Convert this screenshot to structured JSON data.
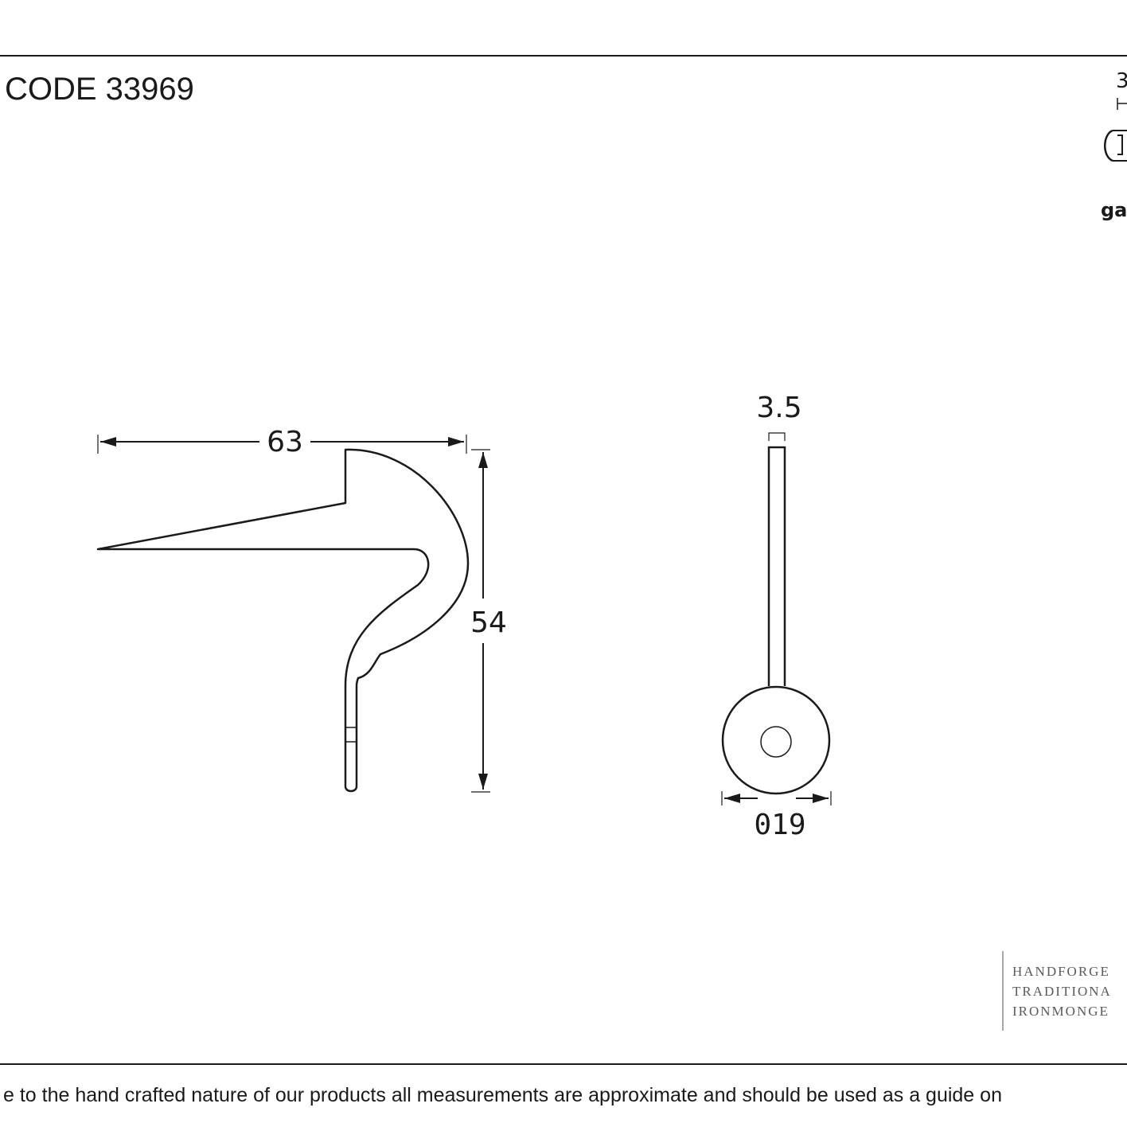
{
  "header": {
    "product_code": "CODE 33969"
  },
  "side_view": {
    "width_dim": "63",
    "height_dim": "54"
  },
  "end_view": {
    "thickness_dim": "3.5",
    "diameter_dim": "019"
  },
  "screw_detail": {
    "size_label_fragment": "3",
    "gauge_label_fragment": "ga"
  },
  "brand_block": {
    "line1": "HANDFORGE",
    "line2": "TRADITIONA",
    "line3": "IRONMONGE"
  },
  "footer": {
    "disclaimer": "e to the hand crafted nature of our products all measurements are approximate and should be used as a guide on"
  },
  "colors": {
    "ink": "#1a1a1a",
    "brand_grey": "#5a5a5a",
    "background": "#ffffff"
  }
}
